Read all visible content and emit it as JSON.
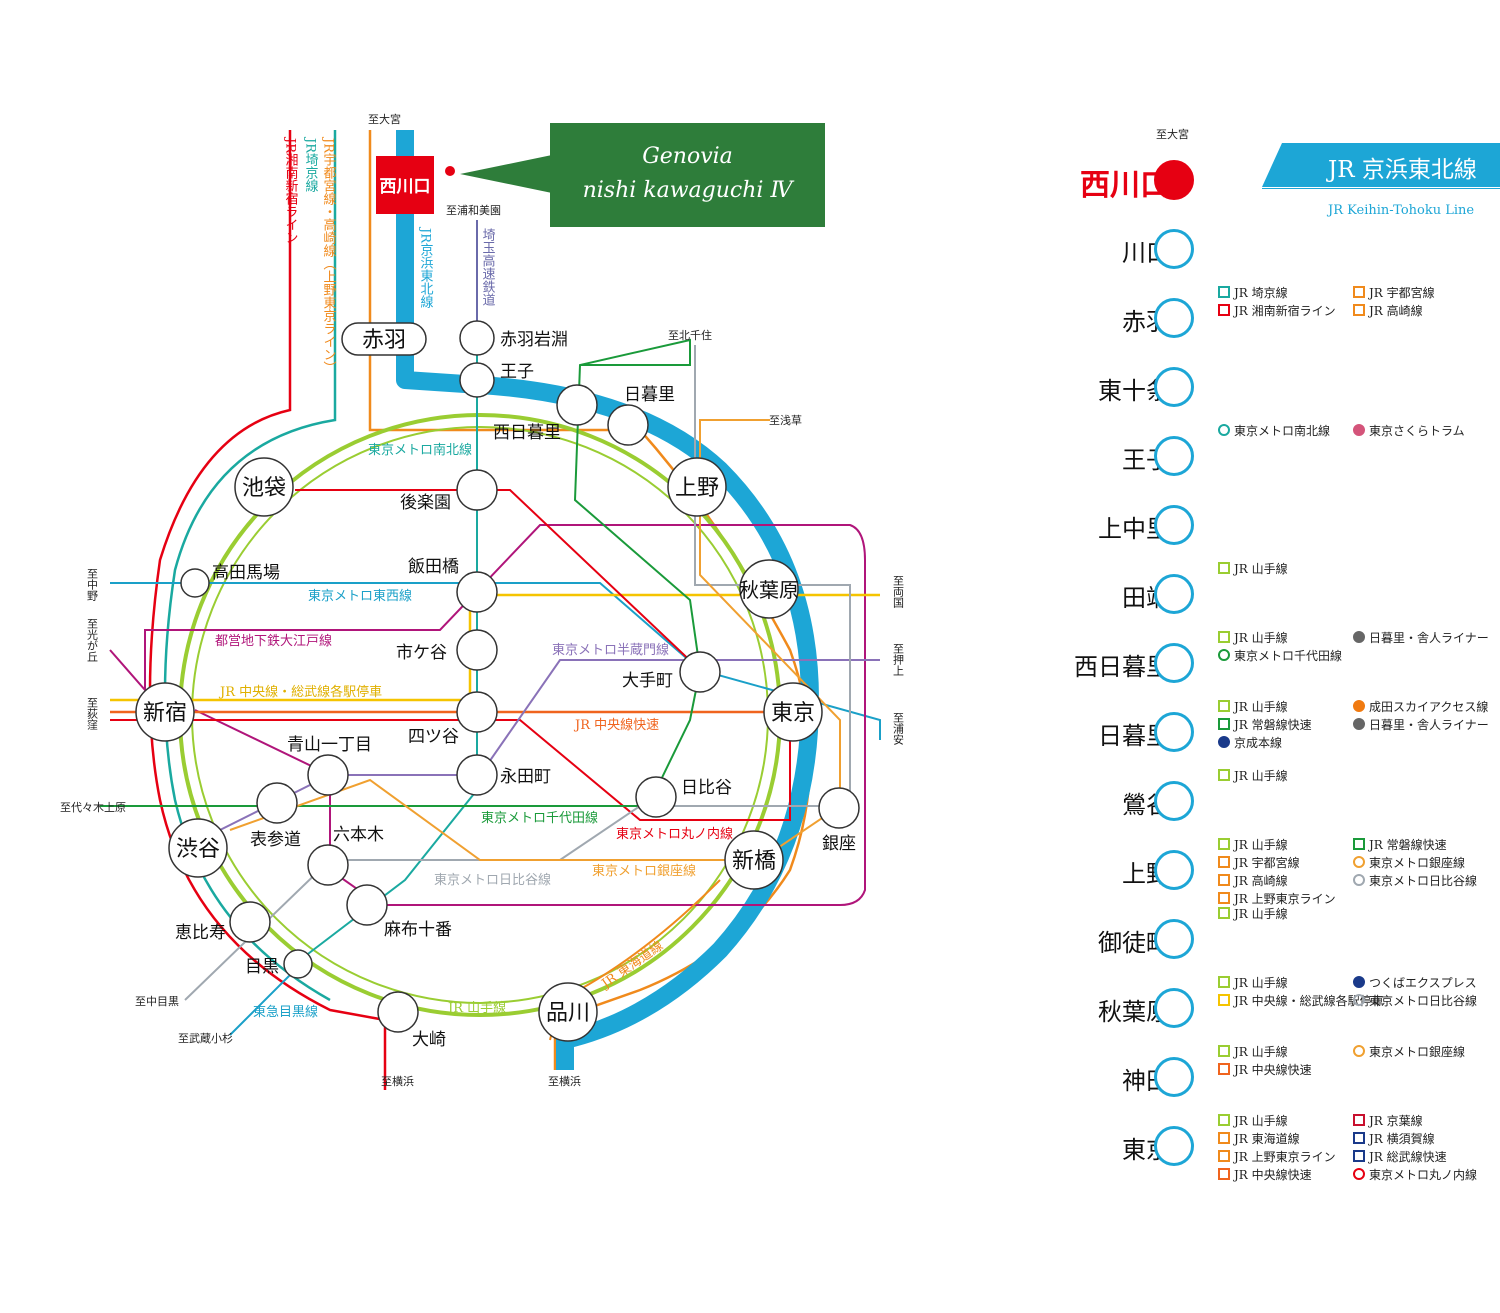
{
  "map": {
    "top_dest": "至大宮",
    "nishikawaguchi_label": "西川口",
    "genovia_line1": "Genovia",
    "genovia_line2": "nishi kawaguchi Ⅳ",
    "labels": {
      "shonan": "JR湘南新宿ライン",
      "saikyo": "JR埼京線",
      "utsunomiya": "JR宇都宮線・高崎線（上野東京ライン）",
      "keihin_vert": "JR京浜東北線",
      "saitama_rail": "埼玉高速鉄道",
      "to_urawa": "至浦和美園",
      "to_kitasenju": "至北千住",
      "to_asakusa": "至浅草",
      "to_nakano": "至中野",
      "to_hikarigaoka": "至光が丘",
      "to_ogikubo": "至荻窪",
      "to_yoyogi": "至代々木上原",
      "to_nakameguro": "至中目黒",
      "to_musashikosugi": "至武蔵小杉",
      "to_yokohama1": "至横浜",
      "to_yokohama2": "至横浜",
      "to_ryogoku": "至両国",
      "to_oshiage": "至押上",
      "to_urayasu": "至浦安",
      "namboku": "東京メトロ南北線",
      "tozai": "東京メトロ東西線",
      "oedo": "都営地下鉄大江戸線",
      "chuo_sobu": "JR 中央線・総武線各駅停車",
      "hanzomon": "東京メトロ半蔵門線",
      "chuo_rapid": "JR 中央線快速",
      "chiyoda": "東京メトロ千代田線",
      "marunouchi": "東京メトロ丸ノ内線",
      "hibiya": "東京メトロ日比谷線",
      "ginza": "東京メトロ銀座線",
      "tokaido": "JR 東海道線",
      "yamanote": "JR 山手線",
      "toyoko": "東急目黒線"
    },
    "stations": {
      "akabane": "赤羽",
      "akabaneiwabuchi": "赤羽岩淵",
      "oji": "王子",
      "nishinippori": "西日暮里",
      "nippori": "日暮里",
      "ueno": "上野",
      "ikebukuro": "池袋",
      "korakuen": "後楽園",
      "takadanobaba": "高田馬場",
      "iidabashi": "飯田橋",
      "akihabara": "秋葉原",
      "ichigaya": "市ケ谷",
      "otemachi": "大手町",
      "shinjuku": "新宿",
      "tokyo": "東京",
      "yotsuya": "四ツ谷",
      "aoyama": "青山一丁目",
      "nagatacho": "永田町",
      "hibiya_st": "日比谷",
      "omotesando": "表参道",
      "shibuya": "渋谷",
      "roppongi": "六本木",
      "ginza_st": "銀座",
      "shimbashi": "新橋",
      "azabujuban": "麻布十番",
      "ebisu": "恵比寿",
      "meguro": "目黒",
      "osaki": "大崎",
      "shinagawa": "品川"
    }
  },
  "panel": {
    "top_note": "至大宮",
    "banner": "JR 京浜東北線",
    "banner_sub": "JR Keihin-Tohoku Line",
    "rows": [
      {
        "name": "西川口",
        "hl": true,
        "xf": []
      },
      {
        "name": "川口",
        "xf": []
      },
      {
        "name": "赤羽",
        "xf": [
          {
            "text": "JR 埼京線",
            "color": "#1aa9a0",
            "shape": "sq"
          },
          {
            "text": "JR 宇都宮線",
            "color": "#f08a1c",
            "shape": "sq"
          },
          {
            "text": "JR 湘南新宿ライン",
            "color": "#e60012",
            "shape": "sq"
          },
          {
            "text": "JR 高崎線",
            "color": "#f08a1c",
            "shape": "sq"
          }
        ]
      },
      {
        "name": "東十条",
        "xf": []
      },
      {
        "name": "王子",
        "xf": [
          {
            "text": "東京メトロ南北線",
            "color": "#1aa9a0",
            "shape": "ring"
          },
          {
            "text": "東京さくらトラム",
            "color": "#d4547a",
            "shape": "dot"
          }
        ]
      },
      {
        "name": "上中里",
        "xf": []
      },
      {
        "name": "田端",
        "xf": [
          {
            "text": "JR 山手線",
            "color": "#9acd32",
            "shape": "sq"
          }
        ]
      },
      {
        "name": "西日暮里",
        "xf": [
          {
            "text": "JR 山手線",
            "color": "#9acd32",
            "shape": "sq"
          },
          {
            "text": "日暮里・舎人ライナー",
            "color": "#666666",
            "shape": "dot"
          },
          {
            "text": "東京メトロ千代田線",
            "color": "#1a9a3a",
            "shape": "ring"
          }
        ]
      },
      {
        "name": "日暮里",
        "xf": [
          {
            "text": "JR 山手線",
            "color": "#9acd32",
            "shape": "sq"
          },
          {
            "text": "成田スカイアクセス線",
            "color": "#f07a10",
            "shape": "dot"
          },
          {
            "text": "JR 常磐線快速",
            "color": "#1a9a3a",
            "shape": "sq"
          },
          {
            "text": "日暮里・舎人ライナー",
            "color": "#666666",
            "shape": "dot"
          },
          {
            "text": "京成本線",
            "color": "#1a3a8a",
            "shape": "dot"
          }
        ]
      },
      {
        "name": "鶯谷",
        "xf": [
          {
            "text": "JR 山手線",
            "color": "#9acd32",
            "shape": "sq"
          }
        ]
      },
      {
        "name": "上野",
        "xf": [
          {
            "text": "JR 山手線",
            "color": "#9acd32",
            "shape": "sq"
          },
          {
            "text": "JR 常磐線快速",
            "color": "#1a9a3a",
            "shape": "sq"
          },
          {
            "text": "JR 宇都宮線",
            "color": "#f08a1c",
            "shape": "sq"
          },
          {
            "text": "東京メトロ銀座線",
            "color": "#f0a030",
            "shape": "ring"
          },
          {
            "text": "JR 高崎線",
            "color": "#f08a1c",
            "shape": "sq"
          },
          {
            "text": "東京メトロ日比谷線",
            "color": "#a0a8b0",
            "shape": "ring"
          },
          {
            "text": "JR 上野東京ライン",
            "color": "#f08a1c",
            "shape": "sq"
          }
        ]
      },
      {
        "name": "御徒町",
        "xf": [
          {
            "text": "JR 山手線",
            "color": "#9acd32",
            "shape": "sq"
          }
        ]
      },
      {
        "name": "秋葉原",
        "xf": [
          {
            "text": "JR 山手線",
            "color": "#9acd32",
            "shape": "sq"
          },
          {
            "text": "つくばエクスプレス",
            "color": "#1a3a8a",
            "shape": "dot"
          },
          {
            "text": "JR 中央線・総武線各駅停車",
            "color": "#f5c400",
            "shape": "sq"
          },
          {
            "text": "東京メトロ日比谷線",
            "color": "#a0a8b0",
            "shape": "ring"
          }
        ]
      },
      {
        "name": "神田",
        "xf": [
          {
            "text": "JR 山手線",
            "color": "#9acd32",
            "shape": "sq"
          },
          {
            "text": "東京メトロ銀座線",
            "color": "#f0a030",
            "shape": "ring"
          },
          {
            "text": "JR 中央線快速",
            "color": "#f0641e",
            "shape": "sq"
          }
        ]
      },
      {
        "name": "東京",
        "xf": [
          {
            "text": "JR 山手線",
            "color": "#9acd32",
            "shape": "sq"
          },
          {
            "text": "JR 京葉線",
            "color": "#c8102e",
            "shape": "sq"
          },
          {
            "text": "JR 東海道線",
            "color": "#f08a1c",
            "shape": "sq"
          },
          {
            "text": "JR 横須賀線",
            "color": "#1a3a8a",
            "shape": "sq"
          },
          {
            "text": "JR 上野東京ライン",
            "color": "#f08a1c",
            "shape": "sq"
          },
          {
            "text": "JR 総武線快速",
            "color": "#1a3a8a",
            "shape": "sq"
          },
          {
            "text": "JR 中央線快速",
            "color": "#f0641e",
            "shape": "sq"
          },
          {
            "text": "東京メトロ丸ノ内線",
            "color": "#e60012",
            "shape": "ring"
          }
        ]
      }
    ]
  }
}
